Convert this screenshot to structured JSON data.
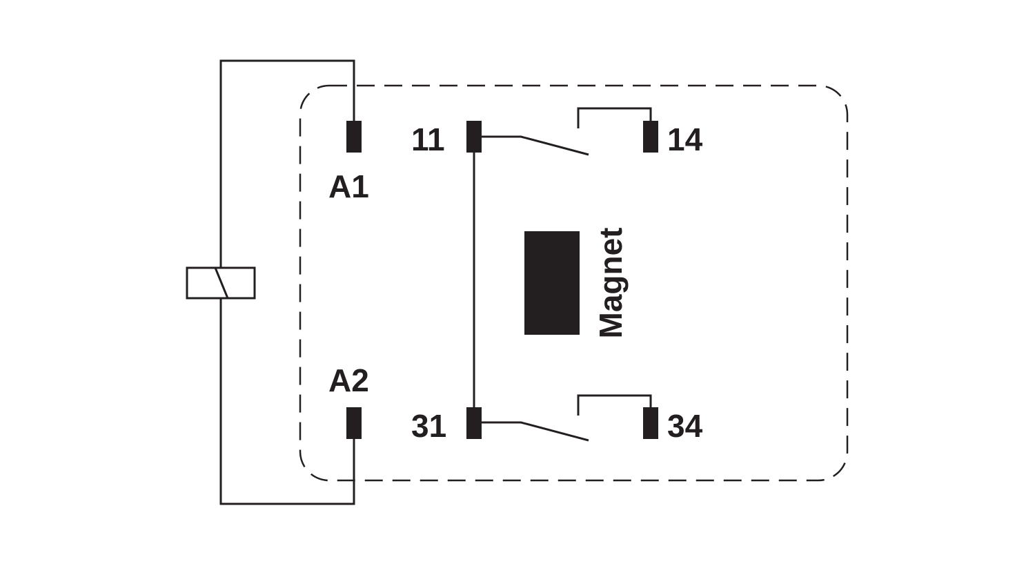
{
  "diagram": {
    "coil_terminals": {
      "a1": "A1",
      "a2": "A2"
    },
    "contacts": {
      "c11": "11",
      "c14": "14",
      "c31": "31",
      "c34": "34"
    },
    "magnet_label": "Magnet",
    "colors": {
      "ink": "#231f20",
      "background": "#ffffff"
    }
  }
}
